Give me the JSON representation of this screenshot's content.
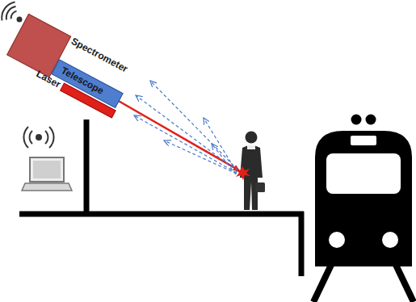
{
  "diagram": {
    "nodes": [
      {
        "text": [
          "Spectrometer"
        ]
      },
      {
        "text": [
          "Telescope"
        ]
      },
      {
        "text": [
          "Laser"
        ]
      }
    ]
  }
}
